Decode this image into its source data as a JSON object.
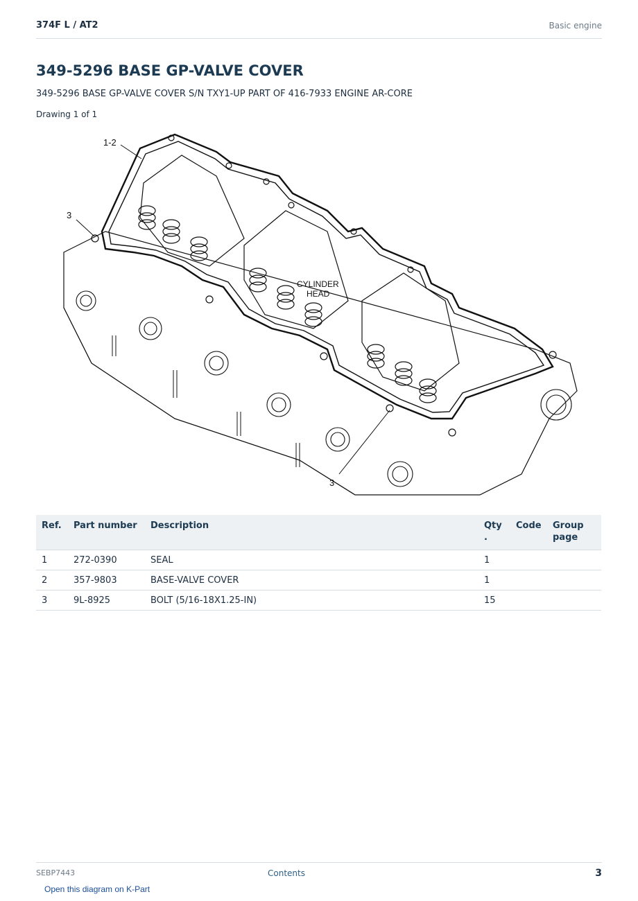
{
  "header": {
    "model": "374F L  /  AT2",
    "section": "Basic engine"
  },
  "title": "349-5296 BASE GP-VALVE COVER",
  "subtitle": "349-5296 BASE GP-VALVE COVER S/N TXY1-UP PART OF 416-7933 ENGINE AR-CORE",
  "drawing_count": "Drawing 1 of 1",
  "diagram": {
    "callouts": [
      "1-2",
      "3",
      "3"
    ],
    "label_line1": "CYLINDER",
    "label_line2": "HEAD"
  },
  "table": {
    "headers": {
      "ref": "Ref.",
      "part_number": "Part number",
      "description": "Description",
      "qty": "Qty .",
      "code": "Code",
      "group_page": "Group page"
    },
    "rows": [
      {
        "ref": "1",
        "part_number": "272-0390",
        "description": "SEAL",
        "qty": "1",
        "code": "",
        "group_page": ""
      },
      {
        "ref": "2",
        "part_number": "357-9803",
        "description": "BASE-VALVE COVER",
        "qty": "1",
        "code": "",
        "group_page": ""
      },
      {
        "ref": "3",
        "part_number": "9L-8925",
        "description": "BOLT (5/16-18X1.25-IN)",
        "qty": "15",
        "code": "",
        "group_page": ""
      }
    ]
  },
  "footer": {
    "doc_id": "SEBP7443",
    "contents": "Contents",
    "page": "3",
    "kpart_link": "Open this diagram on K-Part"
  }
}
